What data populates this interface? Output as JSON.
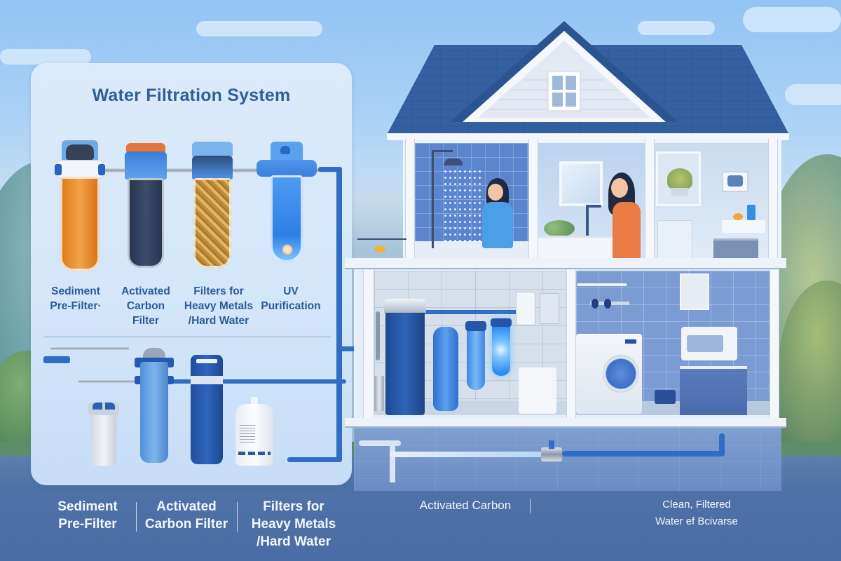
{
  "title": "Water Filtration System",
  "colors": {
    "title_text": "#2e5f98",
    "label_text": "#2c5b96",
    "pipe_blue": "#2f6ec4",
    "roof_blue": "#35609f",
    "ground_blue": "#4e72a6",
    "bottom_label_text": "#f3f7fd"
  },
  "filters": [
    {
      "label_line1": "Sediment",
      "label_line2": "Pre-Filter·",
      "label_line3": "",
      "media_color": "#e98a2c",
      "icon": "sediment-cartridge"
    },
    {
      "label_line1": "Activated",
      "label_line2": "Carbon",
      "label_line3": "Filter",
      "media_color": "#2e3f5c",
      "icon": "carbon-cartridge"
    },
    {
      "label_line1": "Filters for",
      "label_line2": "Heavy Metals",
      "label_line3": "/Hard Water",
      "media_color": "#c99a45",
      "icon": "heavy-metal-cartridge"
    },
    {
      "label_line1": "UV",
      "label_line2": "Purification",
      "label_line3": "",
      "media_color": "#3d8ff0",
      "icon": "uv-lamp-cartridge"
    }
  ],
  "lower_units": [
    {
      "name": "clear-sediment-housing"
    },
    {
      "name": "light-blue-filter-tank"
    },
    {
      "name": "dark-blue-carbon-tank"
    },
    {
      "name": "white-softener-tank"
    }
  ],
  "house": {
    "rooms": [
      {
        "name": "shower-room",
        "activity": "person showering"
      },
      {
        "name": "kitchen-sink",
        "activity": "person washing vegetables"
      },
      {
        "name": "kitchen-counter",
        "activity": "plant and appliances"
      },
      {
        "name": "utility-room-filters",
        "activity": "whole-house filter tanks"
      },
      {
        "name": "laundry-room",
        "activity": "washing machine and microwave"
      }
    ]
  },
  "bottom_labels": [
    {
      "line1": "Sediment",
      "line2": "Pre-Filter",
      "line3": ""
    },
    {
      "line1": "Activated",
      "line2": "Carbon Filter",
      "line3": ""
    },
    {
      "line1": "Filters for",
      "line2": "Heavy Metals",
      "line3": "/Hard Water"
    },
    {
      "line1": "Activated Carbon",
      "line2": "",
      "line3": ""
    },
    {
      "line1": "Clean, Filtered",
      "line2": "Water ef Bcivarse",
      "line3": ""
    }
  ]
}
